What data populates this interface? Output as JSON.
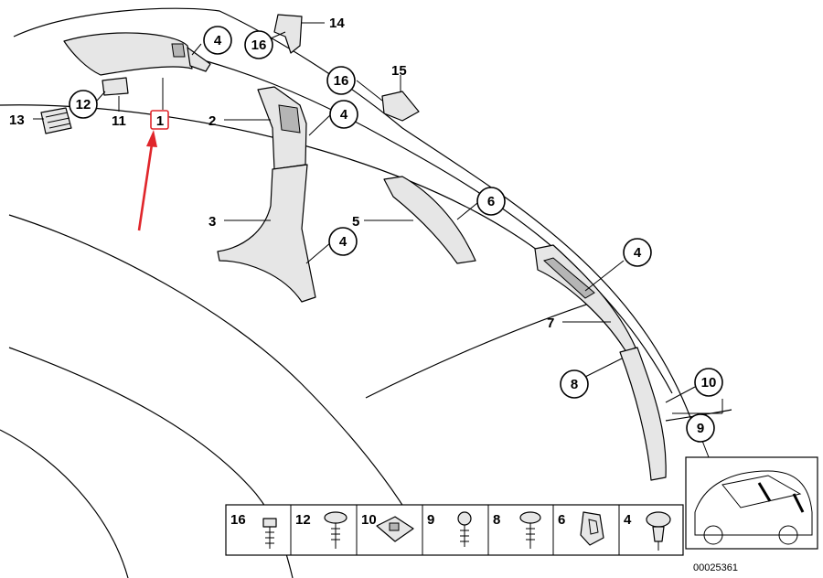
{
  "callouts": {
    "c4_top": "4",
    "c16_top": "16",
    "l14": "14",
    "c16_mid": "16",
    "l15": "15",
    "c12": "12",
    "l13": "13",
    "l11": "11",
    "box1": "1",
    "l2": "2",
    "c4_pillar": "4",
    "l3": "3",
    "c4_lower": "4",
    "l5": "5",
    "c6": "6",
    "c4_right": "4",
    "l7": "7",
    "c8": "8",
    "c10": "10",
    "c9": "9"
  },
  "legend": {
    "items": [
      "16",
      "12",
      "10",
      "9",
      "8",
      "6",
      "4"
    ]
  },
  "reference_number": "00025361",
  "colors": {
    "highlight_arrow": "#e0262b",
    "line": "#000000",
    "part_fill": "#e6e6e6"
  }
}
